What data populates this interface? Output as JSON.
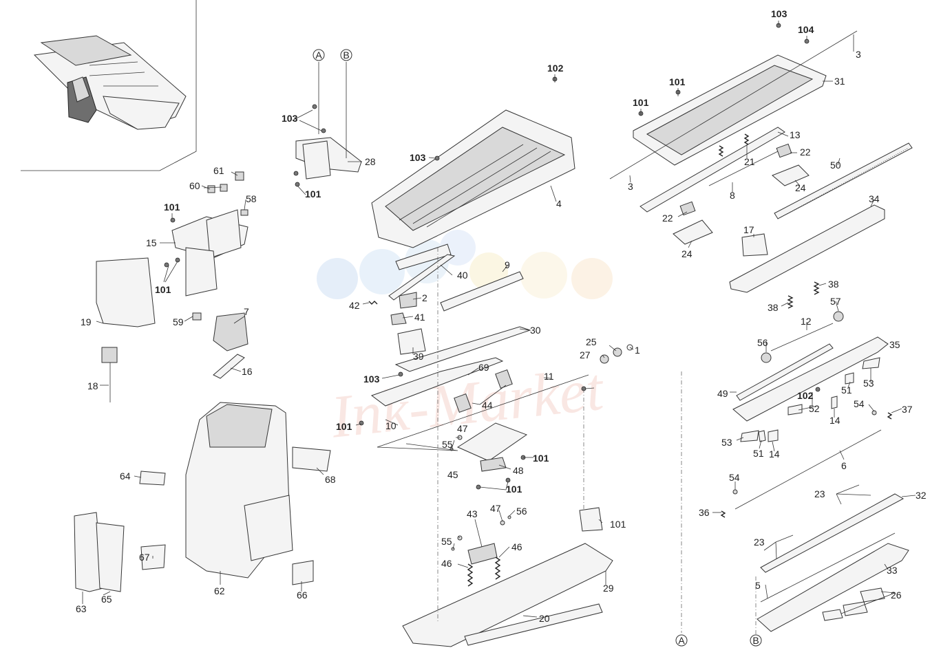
{
  "diagram": {
    "watermark": "Ink-Market",
    "ref_markers": [
      "A",
      "B"
    ],
    "callouts": [
      {
        "id": "c1",
        "text": "1"
      },
      {
        "id": "c2",
        "text": "2"
      },
      {
        "id": "c3a",
        "text": "3"
      },
      {
        "id": "c3b",
        "text": "3"
      },
      {
        "id": "c4",
        "text": "4"
      },
      {
        "id": "c5",
        "text": "5"
      },
      {
        "id": "c6",
        "text": "6"
      },
      {
        "id": "c7",
        "text": "7"
      },
      {
        "id": "c8",
        "text": "8"
      },
      {
        "id": "c9",
        "text": "9"
      },
      {
        "id": "c10",
        "text": "10"
      },
      {
        "id": "c11",
        "text": "11"
      },
      {
        "id": "c12",
        "text": "12"
      },
      {
        "id": "c13",
        "text": "13"
      },
      {
        "id": "c14a",
        "text": "14"
      },
      {
        "id": "c14b",
        "text": "14"
      },
      {
        "id": "c15",
        "text": "15"
      },
      {
        "id": "c16",
        "text": "16"
      },
      {
        "id": "c17",
        "text": "17"
      },
      {
        "id": "c18",
        "text": "18"
      },
      {
        "id": "c19",
        "text": "19"
      },
      {
        "id": "c20",
        "text": "20"
      },
      {
        "id": "c21",
        "text": "21"
      },
      {
        "id": "c22a",
        "text": "22"
      },
      {
        "id": "c22b",
        "text": "22"
      },
      {
        "id": "c23a",
        "text": "23"
      },
      {
        "id": "c23b",
        "text": "23"
      },
      {
        "id": "c24a",
        "text": "24"
      },
      {
        "id": "c24b",
        "text": "24"
      },
      {
        "id": "c25",
        "text": "25"
      },
      {
        "id": "c26",
        "text": "26"
      },
      {
        "id": "c27",
        "text": "27"
      },
      {
        "id": "c28",
        "text": "28"
      },
      {
        "id": "c29",
        "text": "29"
      },
      {
        "id": "c30",
        "text": "30"
      },
      {
        "id": "c31",
        "text": "31"
      },
      {
        "id": "c32",
        "text": "32"
      },
      {
        "id": "c33",
        "text": "33"
      },
      {
        "id": "c34",
        "text": "34"
      },
      {
        "id": "c35",
        "text": "35"
      },
      {
        "id": "c36",
        "text": "36"
      },
      {
        "id": "c37",
        "text": "37"
      },
      {
        "id": "c38a",
        "text": "38"
      },
      {
        "id": "c38b",
        "text": "38"
      },
      {
        "id": "c39",
        "text": "39"
      },
      {
        "id": "c40",
        "text": "40"
      },
      {
        "id": "c41",
        "text": "41"
      },
      {
        "id": "c42",
        "text": "42"
      },
      {
        "id": "c43",
        "text": "43"
      },
      {
        "id": "c44",
        "text": "44"
      },
      {
        "id": "c45",
        "text": "45"
      },
      {
        "id": "c46a",
        "text": "46"
      },
      {
        "id": "c46b",
        "text": "46"
      },
      {
        "id": "c47a",
        "text": "47"
      },
      {
        "id": "c47b",
        "text": "47"
      },
      {
        "id": "c48",
        "text": "48"
      },
      {
        "id": "c49",
        "text": "49"
      },
      {
        "id": "c50",
        "text": "50"
      },
      {
        "id": "c51a",
        "text": "51"
      },
      {
        "id": "c51b",
        "text": "51"
      },
      {
        "id": "c52",
        "text": "52"
      },
      {
        "id": "c53a",
        "text": "53"
      },
      {
        "id": "c53b",
        "text": "53"
      },
      {
        "id": "c54a",
        "text": "54"
      },
      {
        "id": "c54b",
        "text": "54"
      },
      {
        "id": "c55a",
        "text": "55"
      },
      {
        "id": "c55b",
        "text": "55"
      },
      {
        "id": "c56a",
        "text": "56"
      },
      {
        "id": "c56b",
        "text": "56"
      },
      {
        "id": "c57",
        "text": "57"
      },
      {
        "id": "c58",
        "text": "58"
      },
      {
        "id": "c59",
        "text": "59"
      },
      {
        "id": "c60",
        "text": "60"
      },
      {
        "id": "c61",
        "text": "61"
      },
      {
        "id": "c62",
        "text": "62"
      },
      {
        "id": "c63",
        "text": "63"
      },
      {
        "id": "c64",
        "text": "64"
      },
      {
        "id": "c65",
        "text": "65"
      },
      {
        "id": "c66",
        "text": "66"
      },
      {
        "id": "c67",
        "text": "67"
      },
      {
        "id": "c68",
        "text": "68"
      },
      {
        "id": "c69",
        "text": "69"
      },
      {
        "id": "c101a",
        "text": "101",
        "bold": true
      },
      {
        "id": "c101b",
        "text": "101",
        "bold": true
      },
      {
        "id": "c101c",
        "text": "101",
        "bold": true
      },
      {
        "id": "c101d",
        "text": "101",
        "bold": true
      },
      {
        "id": "c101e",
        "text": "101",
        "bold": true
      },
      {
        "id": "c101f",
        "text": "101",
        "bold": true
      },
      {
        "id": "c101g",
        "text": "101",
        "bold": true
      },
      {
        "id": "c101h",
        "text": "101",
        "bold": true
      },
      {
        "id": "c101i",
        "text": "101",
        "bold": true
      },
      {
        "id": "c102a",
        "text": "102",
        "bold": true
      },
      {
        "id": "c102b",
        "text": "102",
        "bold": true
      },
      {
        "id": "c103a",
        "text": "103",
        "bold": true
      },
      {
        "id": "c103b",
        "text": "103",
        "bold": true
      },
      {
        "id": "c103c",
        "text": "103",
        "bold": true
      },
      {
        "id": "c103d",
        "text": "103",
        "bold": true
      },
      {
        "id": "c104",
        "text": "104",
        "bold": true
      }
    ]
  }
}
